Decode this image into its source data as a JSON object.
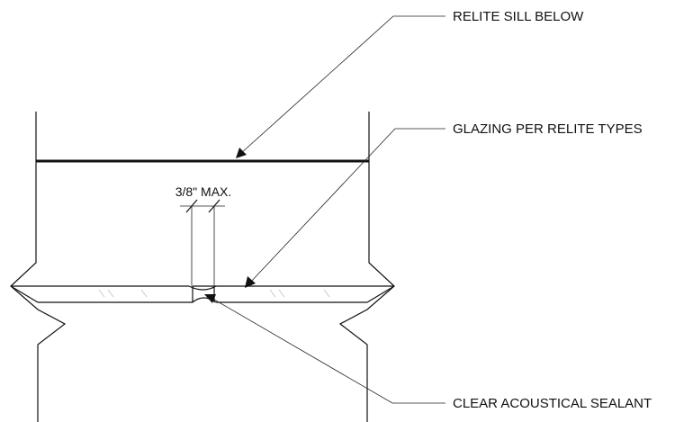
{
  "callouts": {
    "sill": "RELITE SILL BELOW",
    "glazing": "GLAZING PER RELITE TYPES",
    "sealant": "CLEAR ACOUSTICAL SEALANT"
  },
  "dimension": {
    "text": "3/8\" MAX."
  }
}
